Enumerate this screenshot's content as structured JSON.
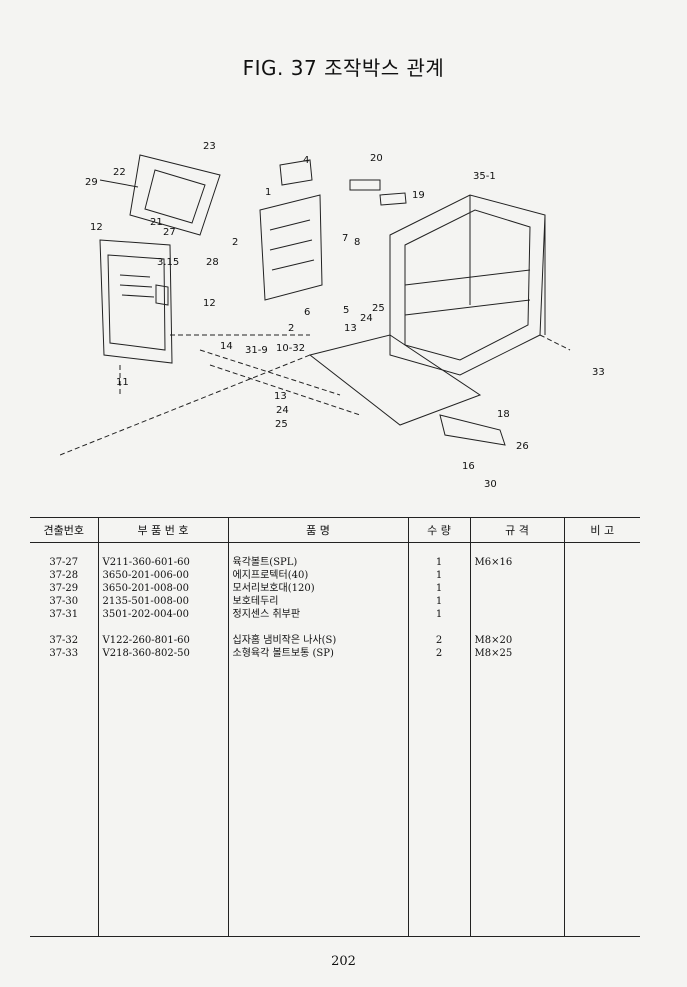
{
  "figure": {
    "title": "FIG. 37 조작박스 관계",
    "callouts": [
      "23",
      "22",
      "29",
      "4",
      "20",
      "19",
      "35-1",
      "1",
      "12",
      "21",
      "27",
      "2",
      "7",
      "8",
      "3.15",
      "28",
      "12",
      "6",
      "5",
      "13",
      "24",
      "25",
      "2",
      "31-9",
      "10-32",
      "14",
      "11",
      "33",
      "13",
      "24",
      "25",
      "18",
      "26",
      "16",
      "30"
    ]
  },
  "table": {
    "headers": [
      "견출번호",
      "부 품 번 호",
      "품 명",
      "수 량",
      "규 격",
      "비 고"
    ],
    "rows": [
      {
        "ref": "37-27",
        "part_no": "V211-360-601-60",
        "name": "육각볼트(SPL)",
        "qty": "1",
        "spec": "M6×16",
        "note": ""
      },
      {
        "ref": "37-28",
        "part_no": "3650-201-006-00",
        "name": "에지프로텍터(40)",
        "qty": "1",
        "spec": "",
        "note": ""
      },
      {
        "ref": "37-29",
        "part_no": "3650-201-008-00",
        "name": "모서리보호대(120)",
        "qty": "1",
        "spec": "",
        "note": ""
      },
      {
        "ref": "37-30",
        "part_no": "2135-501-008-00",
        "name": "보호테두리",
        "qty": "1",
        "spec": "",
        "note": ""
      },
      {
        "ref": "37-31",
        "part_no": "3501-202-004-00",
        "name": "정지센스 취부판",
        "qty": "1",
        "spec": "",
        "note": ""
      },
      {
        "ref": "37-32",
        "part_no": "V122-260-801-60",
        "name": "십자홈 냄비작은 나사(S)",
        "qty": "2",
        "spec": "M8×20",
        "note": ""
      },
      {
        "ref": "37-33",
        "part_no": "V218-360-802-50",
        "name": "소형육각 볼트보통 (SP)",
        "qty": "2",
        "spec": "M8×25",
        "note": ""
      }
    ]
  },
  "page_number": "202"
}
